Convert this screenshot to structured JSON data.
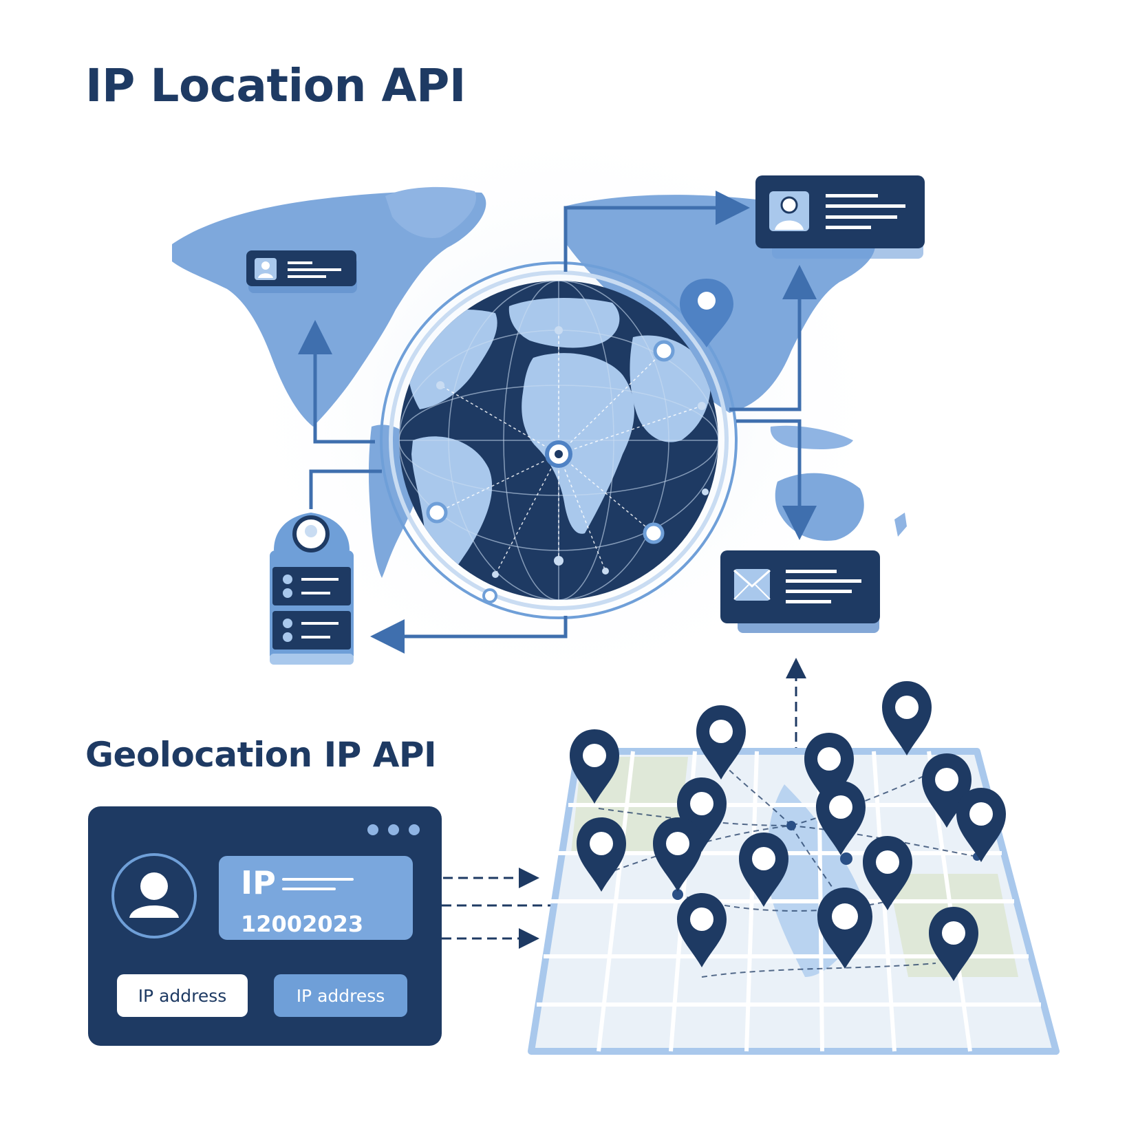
{
  "titles": {
    "main": "IP Location API",
    "secondary": "Geolocation IP API"
  },
  "ip_panel": {
    "label": "IP",
    "value": "12002023",
    "button_left": "IP address",
    "button_right": "IP address"
  },
  "colors": {
    "navy": "#1e3a63",
    "blue": "#4f82c4",
    "light_blue": "#8fb4e3",
    "pale_blue": "#c9dcf2",
    "map_bg": "#eef4fb"
  },
  "icons": [
    "user-icon",
    "mail-icon",
    "location-pin-icon",
    "server-icon",
    "arrow-icon"
  ]
}
